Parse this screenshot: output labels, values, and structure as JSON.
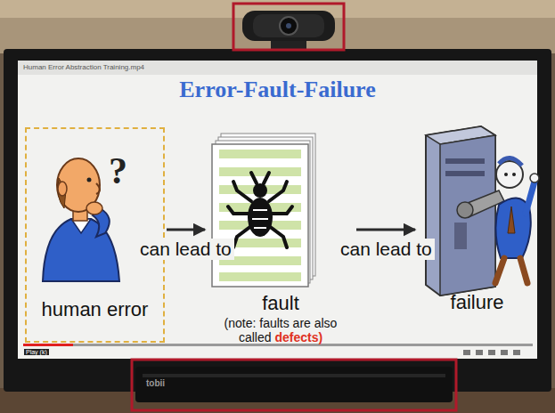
{
  "diagram": {
    "title": "Error-Fault-Failure",
    "nodes": [
      {
        "text": [
          "human error"
        ]
      },
      {
        "text": [
          "fault",
          "(note: faults are also called defects)"
        ]
      },
      {
        "text": [
          "failure"
        ]
      }
    ],
    "edges": [
      {
        "from": 0,
        "to": 1,
        "arrow": "to",
        "label": "can lead to"
      },
      {
        "from": 1,
        "to": 2,
        "arrow": "to",
        "label": "can lead to"
      }
    ],
    "labels": [
      "Human Error Abstraction Training.mp4",
      "?",
      "Play (k)",
      "tobii"
    ]
  }
}
